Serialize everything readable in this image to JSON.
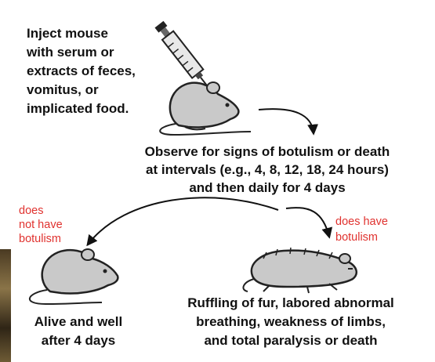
{
  "diagram": {
    "steps": {
      "inject": [
        "Inject mouse",
        "with serum or",
        "extracts of feces,",
        "vomitus, or",
        "implicated food."
      ],
      "observe": [
        "Observe for signs of botulism or death",
        "at intervals (e.g., 4, 8, 12, 18, 24 hours)",
        "and then daily for 4 days"
      ],
      "negative_outcome": [
        "Alive and well",
        "after 4 days"
      ],
      "positive_outcome": [
        "Ruffling of fur, labored abnormal",
        "breathing, weakness of limbs,",
        "and total paralysis or death"
      ]
    },
    "branch_labels": {
      "negative": [
        "does",
        "not have",
        "botulism"
      ],
      "positive": [
        "does have",
        "botulism"
      ]
    },
    "colors": {
      "text": "#111111",
      "branch_label": "#e0322f",
      "mouse_fill": "#c9c9c9",
      "mouse_stroke": "#222222"
    },
    "icons": [
      "syringe-icon",
      "mouse-icon",
      "sick-mouse-icon",
      "arrow-icon"
    ]
  }
}
